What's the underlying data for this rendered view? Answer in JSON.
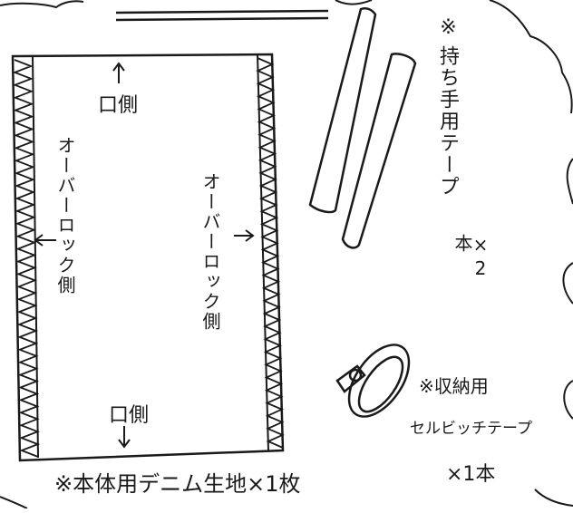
{
  "colors": {
    "ink": "#1a1a1a",
    "paper": "#ffffff"
  },
  "fabric": {
    "mouth_top": "口側",
    "mouth_bottom": "口側",
    "overlock_left": "オーバーロック側",
    "overlock_right": "オーバーロック側",
    "caption": "※本体用デニム生地×1枚"
  },
  "handles": {
    "mark": "※",
    "label": "持ち手用テープ",
    "qty": "×2本"
  },
  "storage": {
    "label": "※収納用",
    "label2": "セルビッチテープ",
    "qty": "×1本"
  }
}
